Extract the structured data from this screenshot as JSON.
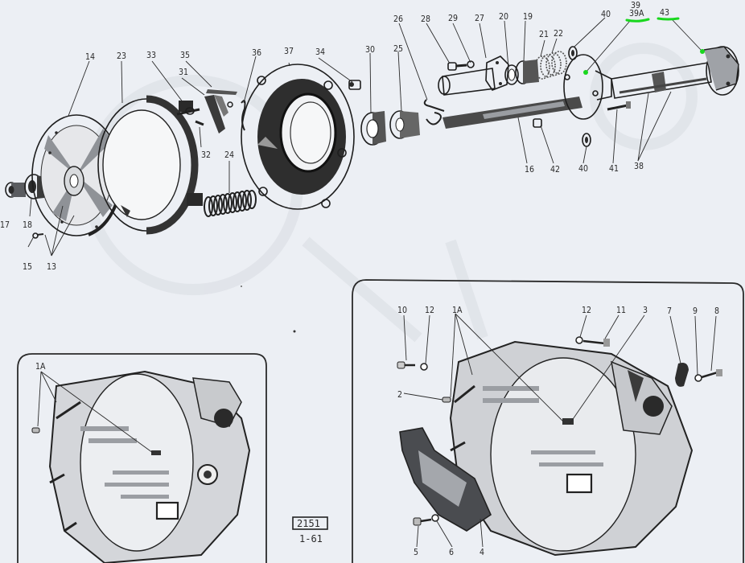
{
  "diagram": {
    "type": "exploded-parts-diagram",
    "exploded_view_labels": {
      "l14": "14",
      "l23": "23",
      "l33": "33",
      "l35": "35",
      "l31": "31",
      "l32": "32",
      "l24": "24",
      "l36": "36",
      "l37": "37",
      "l34": "34",
      "l30": "30",
      "l25": "25",
      "l26": "26",
      "l28": "28",
      "l29": "29",
      "l27": "27",
      "l20": "20",
      "l19": "19",
      "l21": "21",
      "l22": "22",
      "l40a": "40",
      "l39": "39",
      "l39A": "39A",
      "l43": "43",
      "l16": "16",
      "l42": "42",
      "l40b": "40",
      "l41": "41",
      "l38": "38",
      "l17": "17",
      "l18": "18",
      "l15": "15",
      "l13": "13"
    },
    "left_inset_labels": {
      "l1A": "1A"
    },
    "right_inset_labels": {
      "l10": "10",
      "l12a": "12",
      "l1A": "1A",
      "l2": "2",
      "l12b": "12",
      "l11": "11",
      "l3": "3",
      "l7": "7",
      "l9": "9",
      "l8": "8",
      "l5": "5",
      "l6": "6",
      "l4": "4"
    },
    "reference": {
      "plate_number": "2151",
      "date_code": "1-61"
    },
    "highlight_color": "#19d71e",
    "highlighted_labels": [
      "39A",
      "43"
    ]
  }
}
